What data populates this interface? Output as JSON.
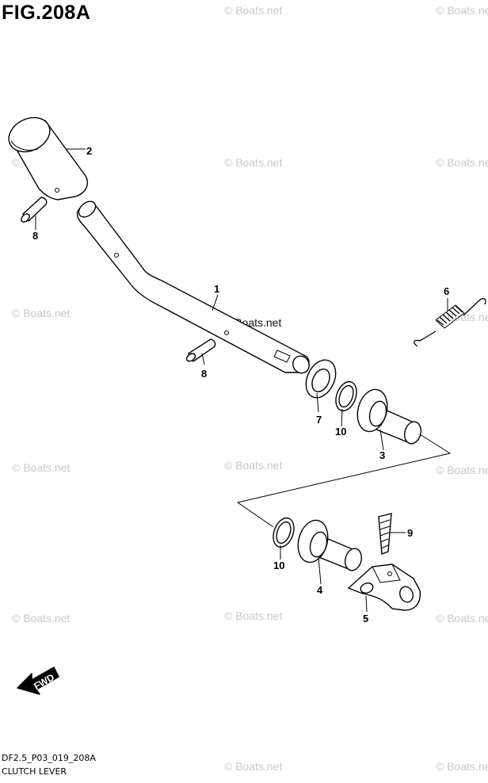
{
  "figure": {
    "title": "FIG.208A",
    "code": "DF2.5_P03_019_208A",
    "name": "CLUTCH LEVER"
  },
  "callouts": [
    "1",
    "2",
    "3",
    "4",
    "5",
    "6",
    "7",
    "8",
    "8",
    "9",
    "10",
    "10"
  ],
  "watermark": "© Boats.net",
  "direction_marker": "FWD"
}
